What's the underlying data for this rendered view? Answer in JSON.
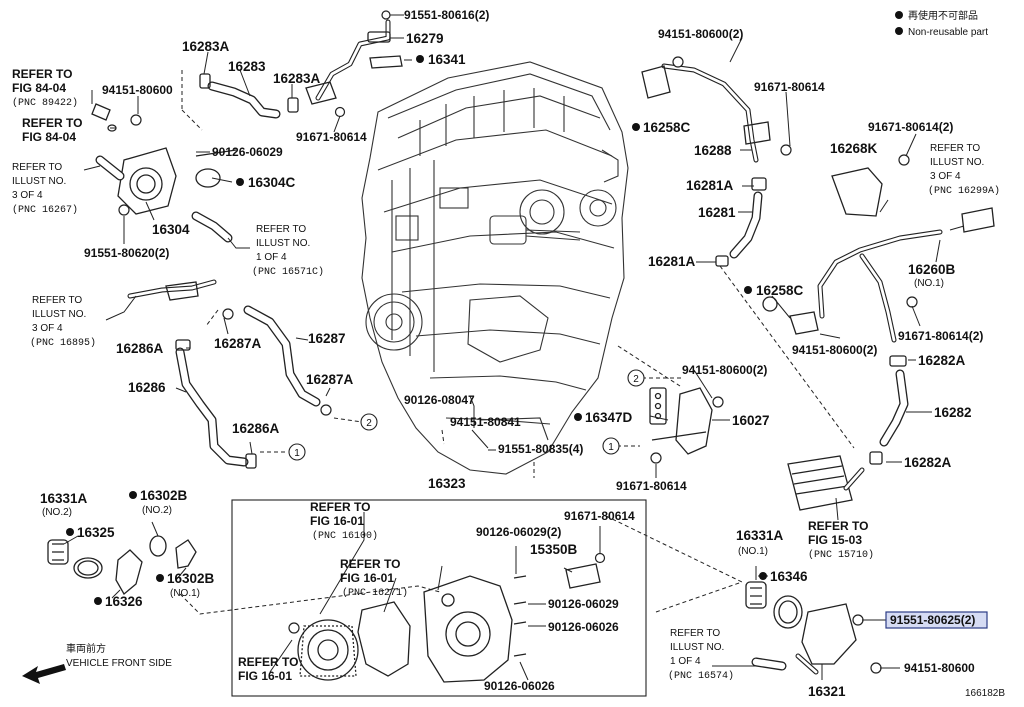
{
  "legend": {
    "reuse_jp": "再使用不可部品",
    "reuse_en": "Non-reusable part"
  },
  "front": {
    "jp": "車両前方",
    "en": "VEHICLE FRONT SIDE"
  },
  "figure_id": "166182B",
  "selected_part": "91551-80625(2)",
  "callouts": [
    {
      "id": "p91551_80616",
      "text": "91551-80616(2)"
    },
    {
      "id": "p16279",
      "text": "16279"
    },
    {
      "id": "p16341",
      "text": "16341"
    },
    {
      "id": "p16283A_1",
      "text": "16283A"
    },
    {
      "id": "p16283",
      "text": "16283"
    },
    {
      "id": "p16283A_2",
      "text": "16283A"
    },
    {
      "id": "p91671_80614_a",
      "text": "91671-80614"
    },
    {
      "id": "p94151_80600_a",
      "text": "94151-80600"
    },
    {
      "id": "p90126_06029_a",
      "text": "90126-06029"
    },
    {
      "id": "p16304C",
      "text": "16304C"
    },
    {
      "id": "p16304",
      "text": "16304"
    },
    {
      "id": "p91551_80620",
      "text": "91551-80620(2)"
    },
    {
      "id": "p16287A_1",
      "text": "16287A"
    },
    {
      "id": "p16287",
      "text": "16287"
    },
    {
      "id": "p16286A_1",
      "text": "16286A"
    },
    {
      "id": "p16286",
      "text": "16286"
    },
    {
      "id": "p16287A_2",
      "text": "16287A"
    },
    {
      "id": "p16286A_2",
      "text": "16286A"
    },
    {
      "id": "p90126_08047",
      "text": "90126-08047"
    },
    {
      "id": "p94151_80841",
      "text": "94151-80841"
    },
    {
      "id": "p91551_80835",
      "text": "91551-80835(4)"
    },
    {
      "id": "p16347D",
      "text": "16347D"
    },
    {
      "id": "p94151_80600_b",
      "text": "94151-80600(2)"
    },
    {
      "id": "p16027",
      "text": "16027"
    },
    {
      "id": "p91671_80614_b",
      "text": "91671-80614"
    },
    {
      "id": "p94151_80600_c",
      "text": "94151-80600(2)"
    },
    {
      "id": "p91671_80614_c",
      "text": "91671-80614"
    },
    {
      "id": "p16258C_1",
      "text": "16258C"
    },
    {
      "id": "p16288",
      "text": "16288"
    },
    {
      "id": "p16281A_1",
      "text": "16281A"
    },
    {
      "id": "p16281",
      "text": "16281"
    },
    {
      "id": "p16281A_2",
      "text": "16281A"
    },
    {
      "id": "p91671_80614_d",
      "text": "91671-80614(2)"
    },
    {
      "id": "p16268K",
      "text": "16268K"
    },
    {
      "id": "p16260B",
      "text": "16260B"
    },
    {
      "id": "p16260B_no",
      "text": "(NO.1)"
    },
    {
      "id": "p16258C_2",
      "text": "16258C"
    },
    {
      "id": "p94151_80600_d",
      "text": "94151-80600(2)"
    },
    {
      "id": "p91671_80614_e",
      "text": "91671-80614(2)"
    },
    {
      "id": "p16282A_1",
      "text": "16282A"
    },
    {
      "id": "p16282",
      "text": "16282"
    },
    {
      "id": "p16282A_2",
      "text": "16282A"
    },
    {
      "id": "p16331A_2",
      "text": "16331A"
    },
    {
      "id": "p16331A_2no",
      "text": "(NO.2)"
    },
    {
      "id": "p16302B_1",
      "text": "16302B"
    },
    {
      "id": "p16302B_1no",
      "text": "(NO.2)"
    },
    {
      "id": "p16325",
      "text": "16325"
    },
    {
      "id": "p16302B_2",
      "text": "16302B"
    },
    {
      "id": "p16302B_2no",
      "text": "(NO.1)"
    },
    {
      "id": "p16326",
      "text": "16326"
    },
    {
      "id": "p16323",
      "text": "16323"
    },
    {
      "id": "p90126_06029_b",
      "text": "90126-06029(2)"
    },
    {
      "id": "p91671_80614_f",
      "text": "91671-80614"
    },
    {
      "id": "p15350B",
      "text": "15350B"
    },
    {
      "id": "p90126_06029_c",
      "text": "90126-06029"
    },
    {
      "id": "p90126_06026_a",
      "text": "90126-06026"
    },
    {
      "id": "p90126_06026_b",
      "text": "90126-06026"
    },
    {
      "id": "p16331A_1",
      "text": "16331A"
    },
    {
      "id": "p16331A_1no",
      "text": "(NO.1)"
    },
    {
      "id": "p16346",
      "text": "16346"
    },
    {
      "id": "p94151_80600_e",
      "text": "94151-80600"
    },
    {
      "id": "p16321",
      "text": "16321"
    }
  ],
  "refs": [
    {
      "id": "r1",
      "lines": [
        "REFER TO",
        "FIG 84-04",
        "(PNC 89422)"
      ]
    },
    {
      "id": "r2",
      "lines": [
        "REFER TO",
        "FIG 84-04"
      ]
    },
    {
      "id": "r3",
      "lines": [
        "REFER TO",
        "ILLUST NO.",
        "3 OF 4",
        "(PNC 16267)"
      ]
    },
    {
      "id": "r4",
      "lines": [
        "REFER TO",
        "ILLUST NO.",
        "1 OF 4",
        "(PNC 16571C)"
      ]
    },
    {
      "id": "r5",
      "lines": [
        "REFER TO",
        "ILLUST NO.",
        "3 OF 4",
        "(PNC 16895)"
      ]
    },
    {
      "id": "r6",
      "lines": [
        "REFER TO",
        "ILLUST NO.",
        "3 OF 4",
        "(PNC 16299A)"
      ]
    },
    {
      "id": "r7",
      "lines": [
        "REFER TO",
        "FIG 15-03",
        "(PNC 15710)"
      ]
    },
    {
      "id": "r8",
      "lines": [
        "REFER TO",
        "FIG 16-01",
        "(PNC 16100)"
      ]
    },
    {
      "id": "r9",
      "lines": [
        "REFER TO",
        "FIG 16-01",
        "(PNC 16271)"
      ]
    },
    {
      "id": "r10",
      "lines": [
        "REFER TO",
        "FIG 16-01"
      ]
    },
    {
      "id": "r11",
      "lines": [
        "REFER TO",
        "ILLUST NO.",
        "1 OF 4",
        "(PNC 16574)"
      ]
    }
  ],
  "circled": {
    "one": "1",
    "two": "2"
  }
}
